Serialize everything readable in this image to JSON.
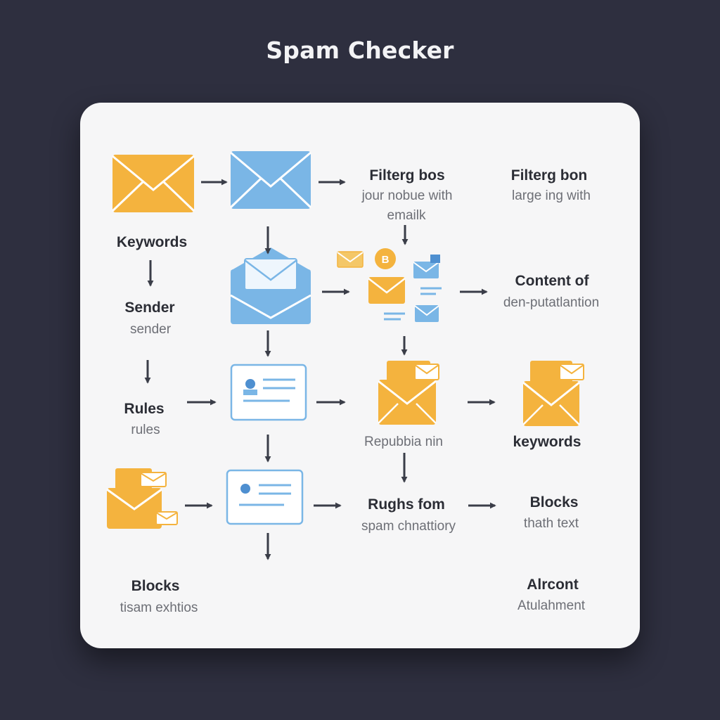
{
  "title": "Spam Checker",
  "labels": {
    "keywords_left": "Keywords",
    "sender_title": "Sender",
    "sender_sub": "sender",
    "rules_title": "Rules",
    "rules_sub": "rules",
    "blocks_left_title": "Blocks",
    "blocks_left_sub": "tisam exhtios",
    "filter1_title": "Filterg bos",
    "filter1_sub1": "jour nobue with",
    "filter1_sub2": "emailk",
    "filter2_title": "Filterg bon",
    "filter2_sub": "large ing with",
    "content_title": "Content of",
    "content_sub": "den-putatlantion",
    "reputation": "Repubbia nin",
    "keywords_right": "keywords",
    "rughs_title": "Rughs fom",
    "rughs_sub": "spam chnattiory",
    "blocks_right_title": "Blocks",
    "blocks_right_sub": "thath text",
    "alcont_title": "Alrcont",
    "alcont_sub": "Atulahment"
  },
  "colors": {
    "background": "#2e2f3f",
    "card": "#f6f6f7",
    "orange": "#f4b33e",
    "blue": "#7ab6e6",
    "arrow": "#3a3d48"
  }
}
